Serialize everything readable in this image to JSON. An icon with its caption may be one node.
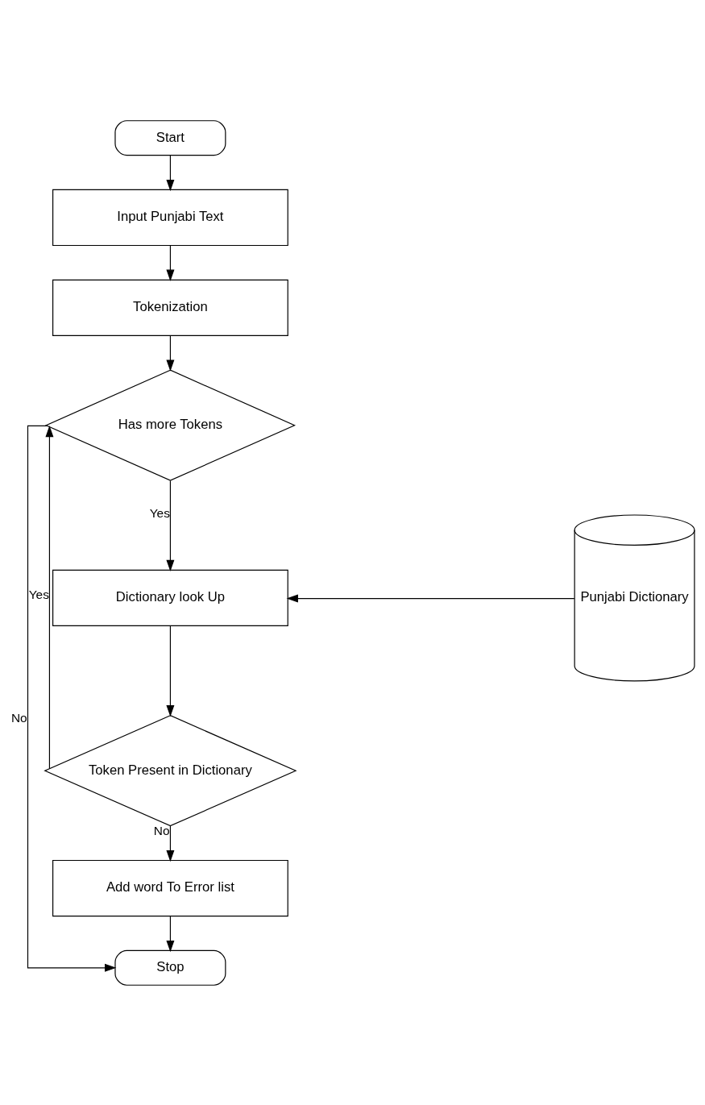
{
  "diagram": {
    "nodes": [
      {
        "text": [
          "Start"
        ]
      },
      {
        "text": [
          "Input Punjabi Text"
        ]
      },
      {
        "text": [
          "Tokenization"
        ]
      },
      {
        "text": [
          "Has more Tokens"
        ]
      },
      {
        "text": [
          "Dictionary look Up"
        ]
      },
      {
        "text": [
          "Token Present in Dictionary"
        ]
      },
      {
        "text": [
          "Add word To Error list"
        ]
      },
      {
        "text": [
          "Stop"
        ]
      },
      {
        "text": [
          "Punjabi Dictionary"
        ]
      }
    ],
    "edges": [
      {
        "from": 0,
        "to": 1,
        "arrow": "to"
      },
      {
        "from": 1,
        "to": 2,
        "arrow": "to"
      },
      {
        "from": 2,
        "to": 3,
        "arrow": "to"
      },
      {
        "from": 3,
        "to": 4,
        "arrow": "to",
        "label": "Yes"
      },
      {
        "from": 3,
        "to": 7,
        "arrow": "to",
        "label": "No"
      },
      {
        "from": 8,
        "to": 4,
        "arrow": "to"
      },
      {
        "from": 4,
        "to": 5,
        "arrow": "to"
      },
      {
        "from": 5,
        "to": 3,
        "arrow": "to",
        "label": "Yes"
      },
      {
        "from": 5,
        "to": 6,
        "arrow": "to",
        "label": "No"
      },
      {
        "from": 6,
        "to": 7,
        "arrow": "to"
      }
    ]
  }
}
